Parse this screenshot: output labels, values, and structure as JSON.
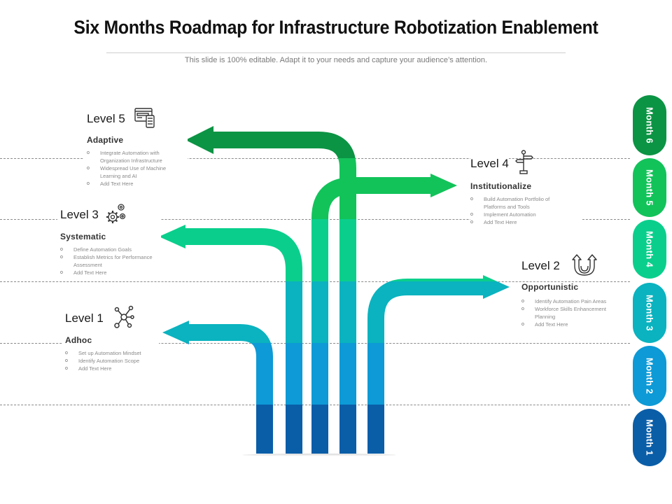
{
  "header": {
    "title": "Six Months Roadmap for Infrastructure Robotization Enablement",
    "subtitle": "This slide is 100% editable. Adapt it to your needs and capture your audience’s attention."
  },
  "colors": {
    "month1": "#0a5ea8",
    "month2": "#0d9ad6",
    "month3": "#0ab3bf",
    "month4": "#0acf8c",
    "month5": "#12c35a",
    "month6": "#0b9444"
  },
  "levels": [
    {
      "title": "Level 5",
      "subtitle": "Adaptive",
      "icon": "web-mobile-icon",
      "bullets": [
        "Integrate Automation with Organization Infrastructure",
        "Widespread Use of Machine Learning and AI",
        "Add Text Here"
      ]
    },
    {
      "title": "Level 4",
      "subtitle": "Institutionalize",
      "icon": "signpost-icon",
      "bullets": [
        "Build Automation Portfolio of Platforms and Tools",
        "Implement Automation",
        "Add Text Here"
      ]
    },
    {
      "title": "Level 3",
      "subtitle": "Systematic",
      "icon": "gears-icon",
      "bullets": [
        "Define Automation Goals",
        "Establish Metrics for Performance Assessment",
        "Add Text Here"
      ]
    },
    {
      "title": "Level 2",
      "subtitle": "Opportunistic",
      "icon": "split-arrows-icon",
      "bullets": [
        "Identify Automation Pain Areas",
        "Workforce Skills Enhancement Planning",
        "Add Text Here"
      ]
    },
    {
      "title": "Level 1",
      "subtitle": "Adhoc",
      "icon": "network-nodes-icon",
      "bullets": [
        "Set up Automation Mindset",
        "Identify Automation Scope",
        "Add Text Here"
      ]
    }
  ],
  "months": [
    "Month 6",
    "Month 5",
    "Month 4",
    "Month 3",
    "Month 2",
    "Month 1"
  ]
}
